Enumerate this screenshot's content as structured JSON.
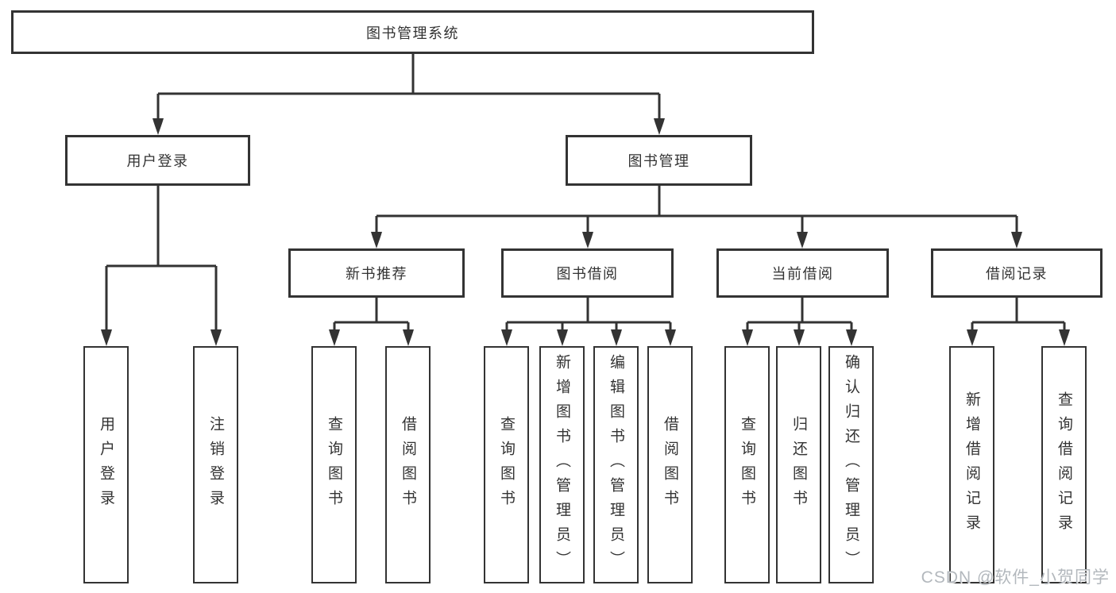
{
  "diagram": {
    "root": {
      "label": "图书管理系统"
    },
    "level2": [
      {
        "label": "用户登录"
      },
      {
        "label": "图书管理"
      }
    ],
    "level3": [
      {
        "label": "新书推荐"
      },
      {
        "label": "图书借阅"
      },
      {
        "label": "当前借阅"
      },
      {
        "label": "借阅记录"
      }
    ],
    "leaves": [
      {
        "label": "用户登录"
      },
      {
        "label": "注销登录"
      },
      {
        "label": "查询图书"
      },
      {
        "label": "借阅图书"
      },
      {
        "label": "查询图书"
      },
      {
        "label": "新增图书（管理员）"
      },
      {
        "label": "编辑图书（管理员）"
      },
      {
        "label": "借阅图书"
      },
      {
        "label": "查询图书"
      },
      {
        "label": "归还图书"
      },
      {
        "label": "确认归还（管理员）"
      },
      {
        "label": "新增借阅记录"
      },
      {
        "label": "查询借阅记录"
      }
    ]
  },
  "watermark": {
    "text": "CSDN @软件_小贺同学"
  },
  "colors": {
    "line": "#333333",
    "text": "#333333",
    "box_bg": "#ffffff",
    "background": "#ffffff",
    "watermark": "#b3b8bd"
  }
}
